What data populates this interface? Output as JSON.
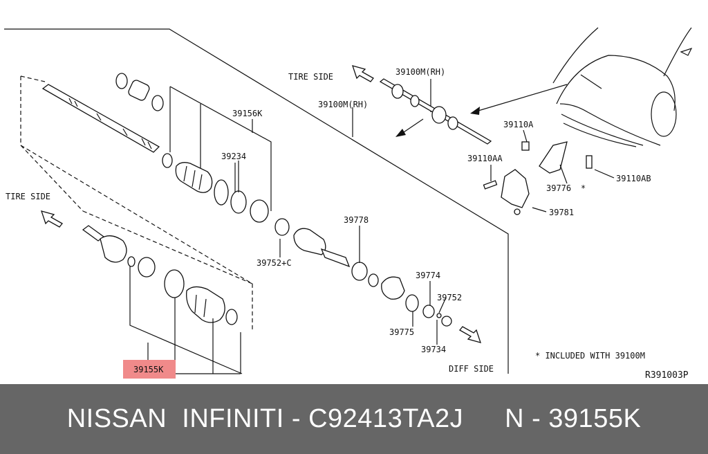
{
  "diagram": {
    "labels": {
      "tire_side_top": "TIRE SIDE",
      "tire_side_left": "TIRE SIDE",
      "diff_side": "DIFF SIDE",
      "p39100m_rh_top": "39100M(RH)",
      "p39100m_rh_mid": "39100M(RH)",
      "p39156k": "39156K",
      "p39234": "39234",
      "p39752c": "39752+C",
      "p39778": "39778",
      "p39774": "39774",
      "p39752": "39752",
      "p39775": "39775",
      "p39734": "39734",
      "p39155k": "39155K",
      "p39110a": "39110A",
      "p39110aa": "39110AA",
      "p39776": "39776",
      "star": "*",
      "p39781": "39781",
      "p39110ab": "39110AB",
      "note": "* INCLUDED WITH 39100M",
      "ref_code": "R391003P"
    },
    "highlight_color": "#f08a8a"
  },
  "footer": {
    "brand": "NISSAN  INFINITI - C92413TA2J",
    "part": "N - 39155K",
    "background": "#666666"
  }
}
